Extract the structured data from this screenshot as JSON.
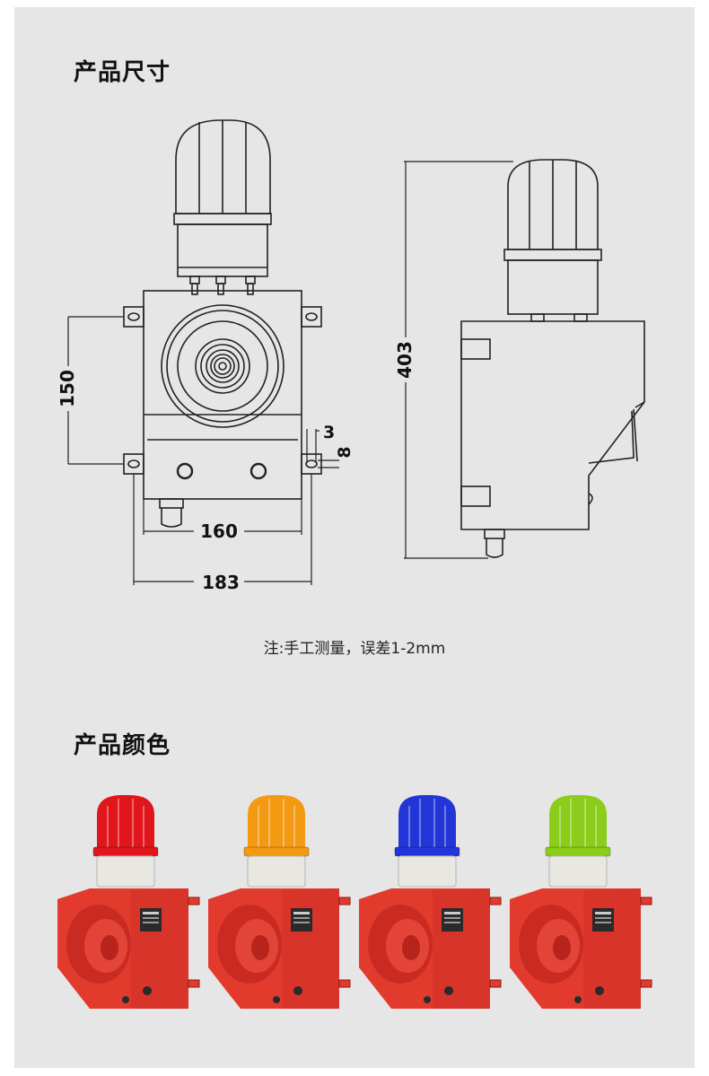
{
  "sections": {
    "dimensions_title": "产品尺寸",
    "colors_title": "产品颜色"
  },
  "drawing": {
    "dim_150": "150",
    "dim_3": "3",
    "dim_8": "8",
    "dim_160": "160",
    "dim_183": "183",
    "dim_403": "403"
  },
  "note": "注:手工测量，误差1-2mm",
  "products": [
    {
      "lamp_color": "red",
      "lamp_hex": "#e0161c"
    },
    {
      "lamp_color": "amber",
      "lamp_hex": "#f39a12"
    },
    {
      "lamp_color": "blue",
      "lamp_hex": "#2236d8"
    },
    {
      "lamp_color": "green",
      "lamp_hex": "#8ccc1a"
    }
  ],
  "colors": {
    "body_red": "#e23b2e",
    "panel_bg": "#e6e6e6",
    "line": "#222222"
  }
}
